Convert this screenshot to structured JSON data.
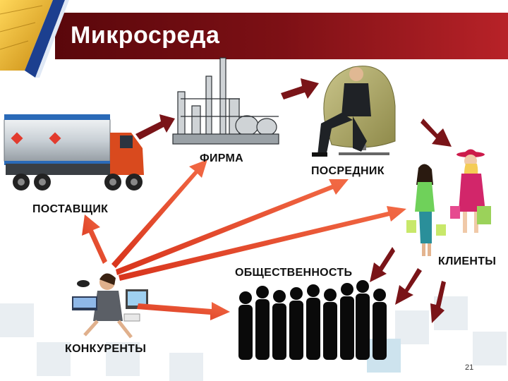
{
  "slide": {
    "title": "Микросреда",
    "page_number": "21"
  },
  "nodes": {
    "supplier": "ПОСТАВЩИК",
    "firm": "ФИРМА",
    "intermediary": "ПОСРЕДНИК",
    "clients": "КЛИЕНТЫ",
    "public": "ОБЩЕСТВЕННОСТЬ",
    "competitors": "КОНКУРЕНТЫ"
  },
  "colors": {
    "title_bar_dark": "#6e0a0f",
    "title_bar_light": "#b01e24",
    "dark_arrow": "#7a1418",
    "light_arrow": "#e8492b"
  }
}
